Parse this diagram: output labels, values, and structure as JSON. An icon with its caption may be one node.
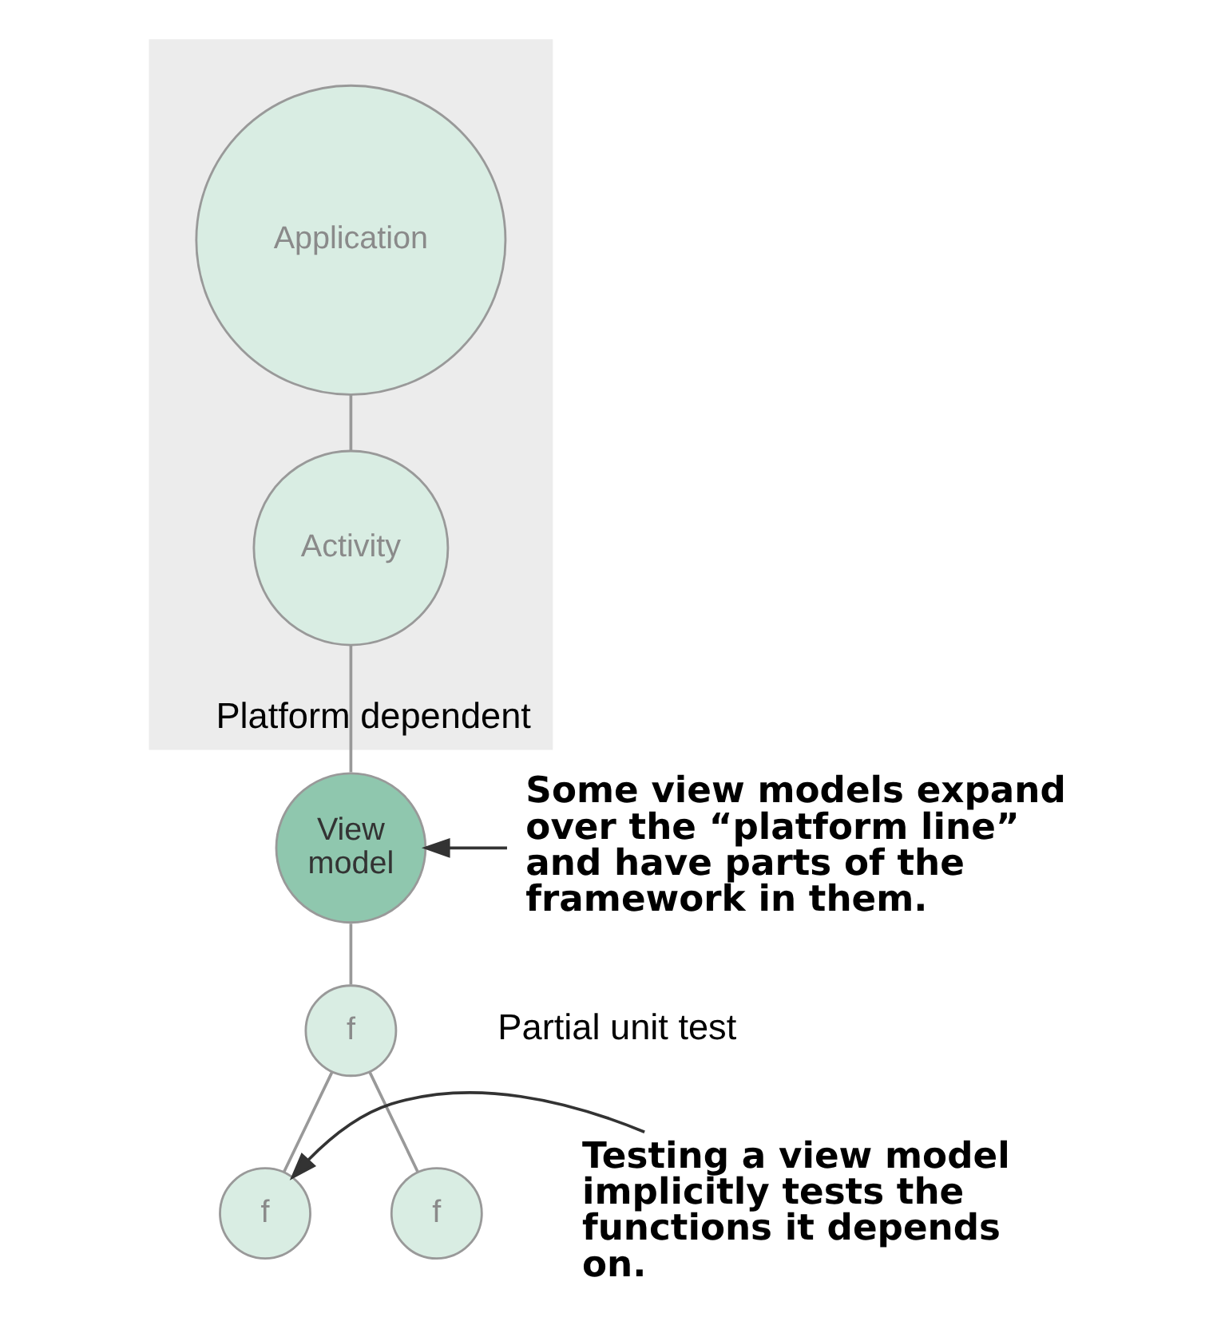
{
  "diagram": {
    "nodes": [
      {
        "text": [
          "Platform dependent"
        ]
      },
      {
        "text": [
          "Application"
        ],
        "in": 0
      },
      {
        "text": [
          "Activity"
        ],
        "in": 0
      },
      {
        "text": [
          "View model"
        ]
      },
      {
        "text": [
          "f"
        ]
      },
      {
        "text": [
          "f"
        ]
      },
      {
        "text": [
          "f"
        ]
      },
      {
        "text": [
          "Some view models expand over the “platform line” and have parts of the framework in them."
        ]
      },
      {
        "text": [
          "Testing a view model implicitly tests the functions it depends on."
        ]
      }
    ],
    "edges": [
      {
        "from": 1,
        "to": 2,
        "arrow": "none"
      },
      {
        "from": 2,
        "to": 3,
        "arrow": "none"
      },
      {
        "from": 3,
        "to": 4,
        "arrow": "none"
      },
      {
        "from": 4,
        "to": 5,
        "arrow": "none"
      },
      {
        "from": 4,
        "to": 6,
        "arrow": "none"
      },
      {
        "from": 7,
        "to": 3,
        "arrow": "to",
        "color": "#333333"
      },
      {
        "from": 8,
        "to": 5,
        "arrow": "to",
        "color": "#333333"
      }
    ],
    "labels": [
      "Partial unit test"
    ]
  }
}
